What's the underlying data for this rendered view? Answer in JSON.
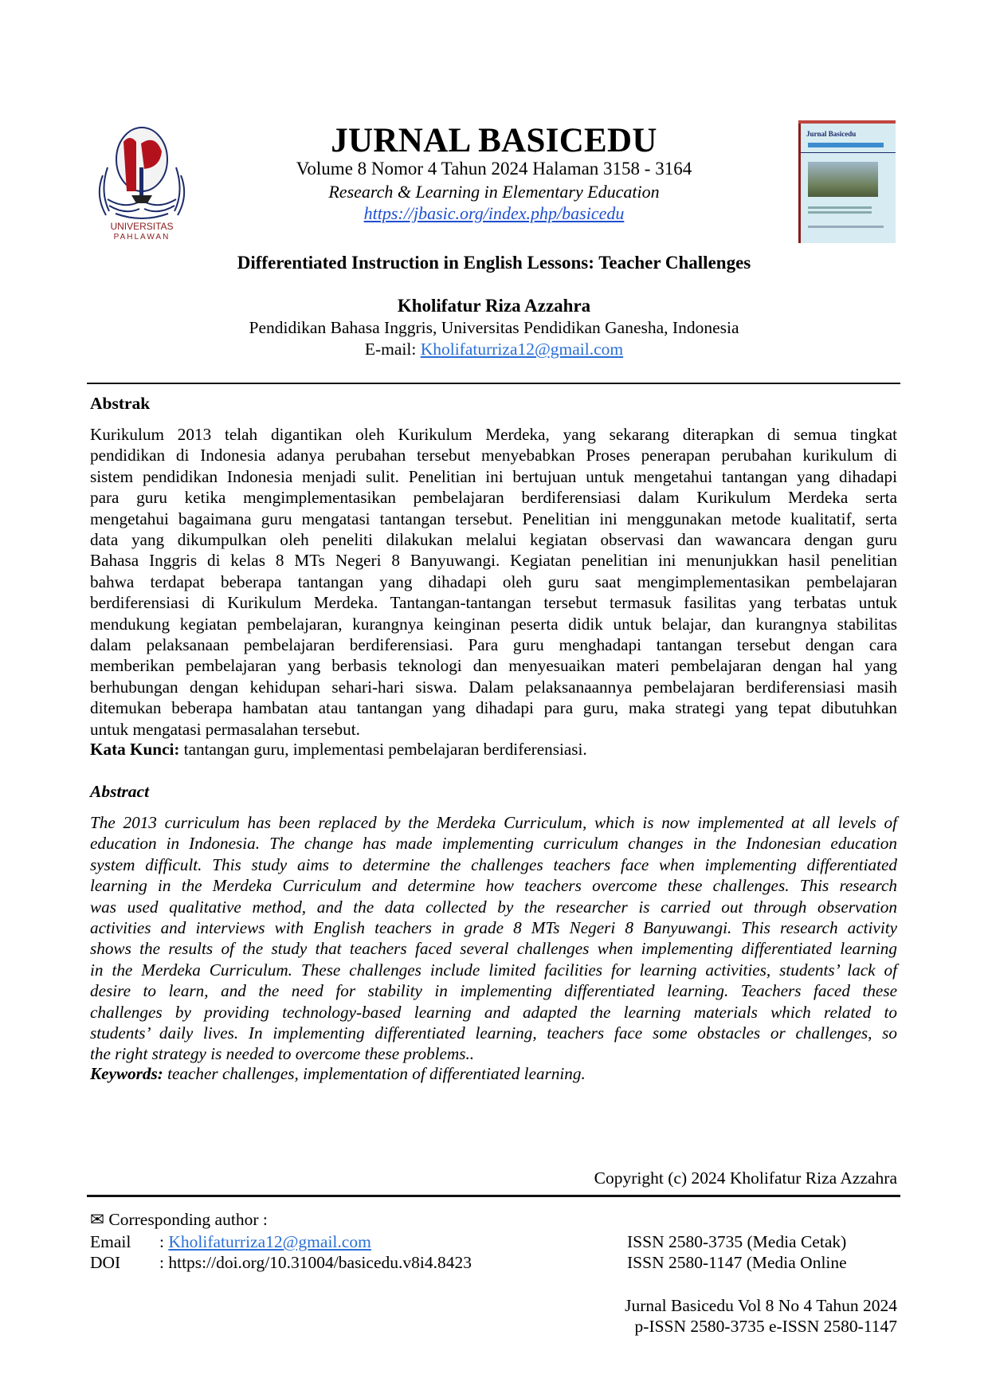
{
  "header": {
    "logo_text": [
      "UNIVERSITAS",
      "PAHLAWAN"
    ],
    "journal_title": "JURNAL BASICEDU",
    "volume_line": "Volume 8 Nomor 4 Tahun 2024 Halaman 3158 - 3164",
    "subtitle": "Research & Learning in Elementary Education",
    "url": "https://jbasic.org/index.php/basicedu",
    "cover_title": "Jurnal Basicedu"
  },
  "article": {
    "title": "Differentiated Instruction in English Lessons: Teacher Challenges",
    "author": "Kholifatur Riza Azzahra",
    "affiliation": "Pendidikan Bahasa Inggris, Universitas Pendidikan Ganesha, Indonesia",
    "email_label": "E-mail: ",
    "email": "Kholifaturriza12@gmail.com"
  },
  "abstrak": {
    "heading": "Abstrak",
    "lines": [
      "Kurikulum 2013 telah digantikan oleh Kurikulum Merdeka, yang sekarang diterapkan di semua tingkat",
      "pendidikan di Indonesia adanya perubahan tersebut menyebabkan Proses penerapan perubahan kurikulum di",
      "sistem pendidikan Indonesia menjadi sulit. Penelitian ini bertujuan untuk mengetahui tantangan yang dihadapi",
      "para guru ketika mengimplementasikan pembelajaran berdiferensiasi dalam Kurikulum Merdeka serta",
      "mengetahui bagaimana guru mengatasi tantangan tersebut. Penelitian ini menggunakan metode kualitatif, serta",
      "data yang dikumpulkan oleh peneliti dilakukan melalui kegiatan observasi dan wawancara dengan guru",
      "Bahasa Inggris di kelas 8 MTs Negeri 8 Banyuwangi. Kegiatan penelitian ini menunjukkan hasil penelitian",
      "bahwa terdapat beberapa tantangan yang dihadapi oleh guru saat mengimplementasikan pembelajaran",
      "berdiferensiasi di Kurikulum Merdeka. Tantangan-tantangan tersebut termasuk fasilitas yang terbatas untuk",
      "mendukung kegiatan pembelajaran, kurangnya keinginan peserta didik untuk belajar, dan kurangnya stabilitas",
      "dalam pelaksanaan pembelajaran berdiferensiasi. Para guru menghadapi tantangan tersebut dengan cara",
      "memberikan pembelajaran yang berbasis teknologi dan menyesuaikan materi pembelajaran dengan hal yang",
      "berhubungan dengan kehidupan sehari-hari siswa. Dalam pelaksanaannya pembelajaran berdiferensiasi masih",
      "ditemukan beberapa hambatan atau tantangan yang dihadapi para guru, maka strategi yang tepat dibutuhkan",
      "untuk mengatasi permasalahan tersebut."
    ],
    "keywords_label": "Kata Kunci:",
    "keywords": " tantangan guru, implementasi pembelajaran berdiferensiasi."
  },
  "abstract": {
    "heading": "Abstract",
    "lines": [
      "The 2013 curriculum has been replaced by the Merdeka Curriculum, which is now implemented at all levels of",
      "education in Indonesia. The change has made implementing curriculum changes in the Indonesian education",
      "system difficult. This study aims to determine the challenges teachers face when implementing differentiated",
      "learning in the Merdeka Curriculum and determine how teachers overcome these challenges. This research",
      "was used qualitative method, and the data collected by the researcher is carried out through observation",
      "activities and interviews with English teachers in grade 8 MTs Negeri 8 Banyuwangi. This research activity",
      "shows the results of the study that teachers faced several challenges when implementing differentiated learning",
      "in the Merdeka Curriculum. These challenges include limited facilities for learning activities, students’ lack of",
      "desire to learn, and the need for stability in implementing differentiated learning. Teachers faced these",
      "challenges by providing technology-based learning and adapted the learning materials which related to",
      "students’ daily lives. In implementing differentiated learning, teachers face some obstacles or challenges, so",
      "the right strategy is needed to overcome these problems.."
    ],
    "keywords_label": "Keywords:",
    "keywords": " teacher challenges, implementation of differentiated learning."
  },
  "footer": {
    "copyright": "Copyright (c) 2024 Kholifatur Riza Azzahra",
    "corresponding": "Corresponding author :",
    "email_label": "Email",
    "email_value": "Kholifaturriza12@gmail.com",
    "doi_label": "DOI",
    "doi_value": ": https://doi.org/10.31004/basicedu.v8i4.8423",
    "colon": ": ",
    "issn_print": "ISSN 2580-3735 (Media Cetak)",
    "issn_online": "ISSN 2580-1147 (Media Online",
    "journal_line": "Jurnal Basicedu Vol 8 No 4 Tahun 2024",
    "issn_line": "p-ISSN 2580-3735 e-ISSN 2580-1147"
  }
}
